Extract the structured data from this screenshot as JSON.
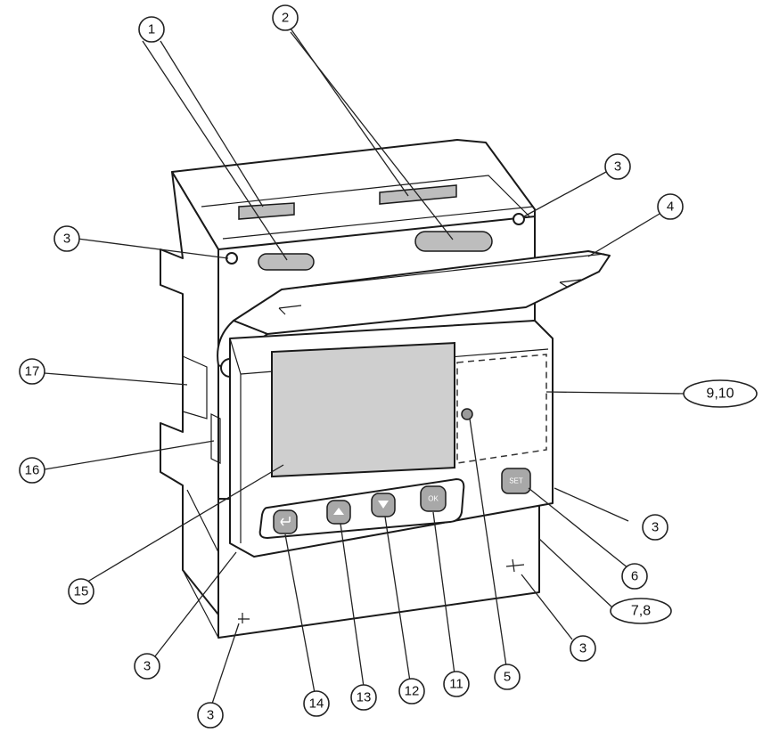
{
  "device_buttons": {
    "ok": "OK",
    "set": "SET"
  },
  "callouts": [
    {
      "id": "c1",
      "label": "1"
    },
    {
      "id": "c2",
      "label": "2"
    },
    {
      "id": "c3a",
      "label": "3"
    },
    {
      "id": "c3b",
      "label": "3"
    },
    {
      "id": "c4",
      "label": "4"
    },
    {
      "id": "c9",
      "label": "9,10"
    },
    {
      "id": "c17",
      "label": "17"
    },
    {
      "id": "c16",
      "label": "16"
    },
    {
      "id": "c3c",
      "label": "3"
    },
    {
      "id": "c6",
      "label": "6"
    },
    {
      "id": "c78",
      "label": "7,8"
    },
    {
      "id": "c15",
      "label": "15"
    },
    {
      "id": "c3d",
      "label": "3"
    },
    {
      "id": "c3e",
      "label": "3"
    },
    {
      "id": "c3f",
      "label": "3"
    },
    {
      "id": "c14",
      "label": "14"
    },
    {
      "id": "c13",
      "label": "13"
    },
    {
      "id": "c12",
      "label": "12"
    },
    {
      "id": "c11",
      "label": "11"
    },
    {
      "id": "c5",
      "label": "5"
    }
  ]
}
